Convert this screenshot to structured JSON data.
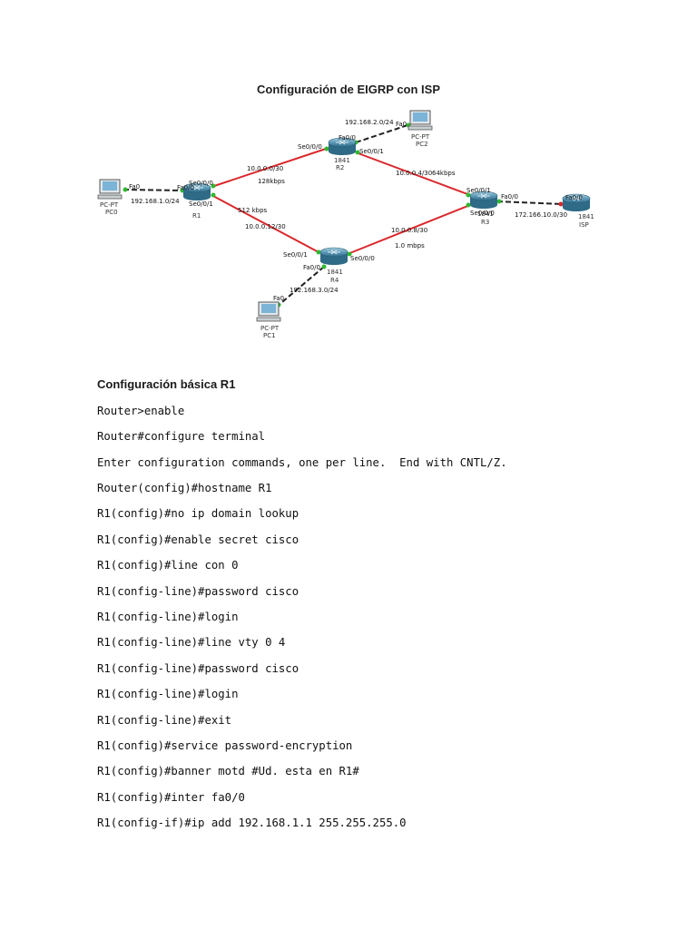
{
  "document": {
    "title": "Configuración de EIGRP con ISP",
    "section_heading": "Configuración básica R1"
  },
  "diagram": {
    "devices": {
      "pc0": {
        "type": "PC-PT",
        "name": "PC0"
      },
      "pc1": {
        "type": "PC-PT",
        "name": "PC1"
      },
      "pc2": {
        "type": "PC-PT",
        "name": "PC2"
      },
      "r1": {
        "model": "",
        "name": "R1"
      },
      "r2": {
        "model": "1841",
        "name": "R2"
      },
      "r3": {
        "model": "1841",
        "name": "R3"
      },
      "r4": {
        "model": "1841",
        "name": "R4"
      },
      "isp": {
        "model": "1841",
        "name": "ISP"
      }
    },
    "links": {
      "pc0_r1": {
        "network": "192.168.1.0/24",
        "pc_port": "Fa0",
        "router_port": "Fa0/0"
      },
      "r1_r2": {
        "network": "10.0.0.0/30",
        "bandwidth": "128kbps",
        "r1_port": "Se0/0/0",
        "r2_port": "Se0/0/0"
      },
      "r1_r4": {
        "network": "10.0.0.12/30",
        "bandwidth": "512 kbps",
        "r1_port": "Se0/0/1",
        "r4_port": "Se0/0/1"
      },
      "r2_pc2": {
        "network": "192.168.2.0/24",
        "router_port": "Fa0/0",
        "pc_port": "Fa0"
      },
      "r2_r3": {
        "network": "10.0.0.4/30",
        "bandwidth": "64kbps",
        "r2_port": "Se0/0/1",
        "r3_port": "Se0/0/1"
      },
      "r4_r3": {
        "network": "10.0.0.8/30",
        "bandwidth": "1.0 mbps",
        "r4_port": "Se0/0/0",
        "r3_port": "Se0/0/0"
      },
      "r4_pc1": {
        "network": "192.168.3.0/24",
        "router_port": "Fa0/0",
        "pc_port": "Fa0"
      },
      "r3_isp": {
        "network": "172.166.10.0/30",
        "r3_port": "Fa0/0",
        "isp_port": "Fa0/0"
      }
    }
  },
  "commands": [
    "Router>enable",
    "Router#configure terminal",
    "Enter configuration commands, one per line.  End with CNTL/Z.",
    "Router(config)#hostname R1",
    "R1(config)#no ip domain lookup",
    "R1(config)#enable secret cisco",
    "R1(config)#line con 0",
    "R1(config-line)#password cisco",
    "R1(config-line)#login",
    "R1(config-line)#line vty 0 4",
    "R1(config-line)#password cisco",
    "R1(config-line)#login",
    "R1(config-line)#exit",
    "R1(config)#service password-encryption",
    "R1(config)#banner motd #Ud. esta en R1#",
    "R1(config)#inter fa0/0",
    "R1(config-if)#ip add 192.168.1.1 255.255.255.0"
  ],
  "colors": {
    "serial_link": "#d9282c",
    "ethernet_link": "#222222",
    "port_up": "#2fb82f",
    "router_body": "#4f8fae",
    "pc_screen": "#7bb4d6"
  }
}
